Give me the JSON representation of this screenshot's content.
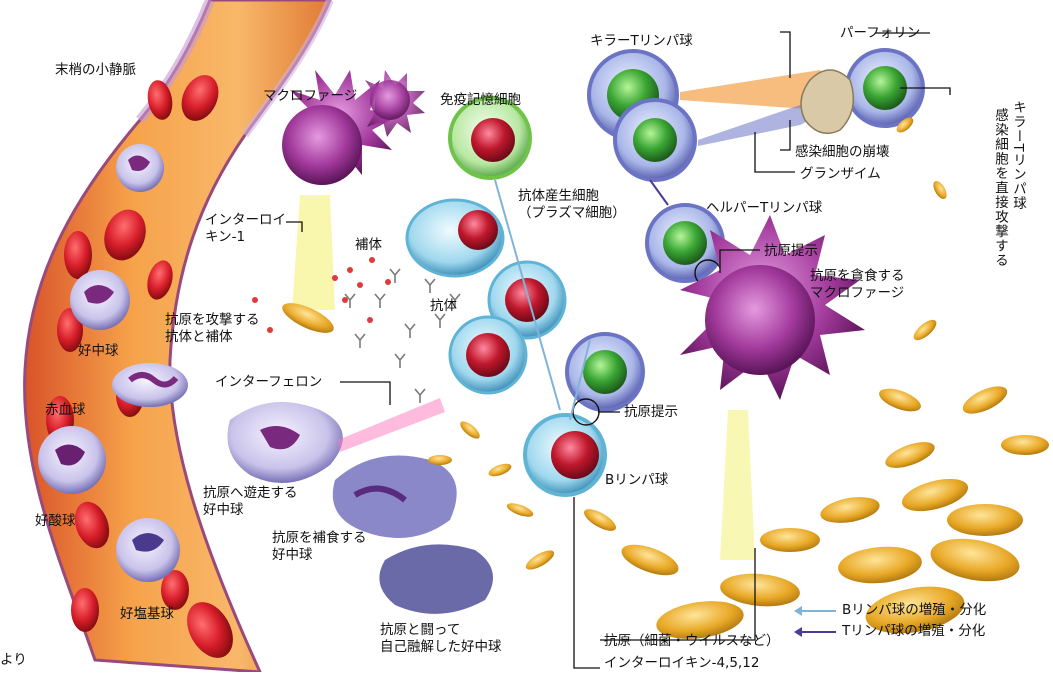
{
  "labels": {
    "vein": "末梢の小静脈",
    "macrophage": "マクロファージ",
    "memory_cell": "免疫記憶細胞",
    "killer_t": "キラーTリンパ球",
    "perforin": "パーフォリン",
    "interleukin1": "インターロイ\nキン-1",
    "complement": "補体",
    "plasma_cell": "抗体産生細胞\n（プラズマ細胞）",
    "infected_collapse": "感染細胞の崩壊",
    "granzyme": "グランザイム",
    "helper_t": "ヘルパーTリンパ球",
    "antigen_presentation_top": "抗原提示",
    "engulfing_macrophage": "抗原を貪食する\nマクロファージ",
    "antibody_complement": "抗原を攻撃する\n抗体と補体",
    "antibody": "抗体",
    "neutrophil": "好中球",
    "interferon": "インターフェロン",
    "antigen_presentation_mid": "抗原提示",
    "red_blood_cell": "赤血球",
    "migrating_neutrophil": "抗原へ遊走する\n好中球",
    "b_lymphocyte": "Bリンパ球",
    "eosinophil": "好酸球",
    "phagocytic_neutrophil": "抗原を補食する\n好中球",
    "basophil": "好塩基球",
    "autolysed_neutrophil": "抗原と闘って\n自己融解した好中球",
    "antigen": "抗原（細菌・ウイルスなど）",
    "interleukin_4512": "インターロイキン-4,5,12",
    "killer_vertical": "キラーTリンパ球",
    "infected_vertical": "感染細胞を直接攻撃する",
    "corner_text": "より"
  },
  "legend": [
    {
      "label": "Bリンパ球の増殖・分化",
      "color": "#7fb4d8"
    },
    {
      "label": "Tリンパ球の増殖・分化",
      "color": "#4a3a9a"
    }
  ],
  "colors": {
    "vessel": "#f39a3a",
    "red_cell": "#d81e2a",
    "macrophage": "#a23a9c",
    "lymphocyte_ring": "#8aa0d8",
    "plasma_ring": "#7ccbe0",
    "memory_ring": "#79cc4e",
    "bacteria": "#e8a826"
  }
}
